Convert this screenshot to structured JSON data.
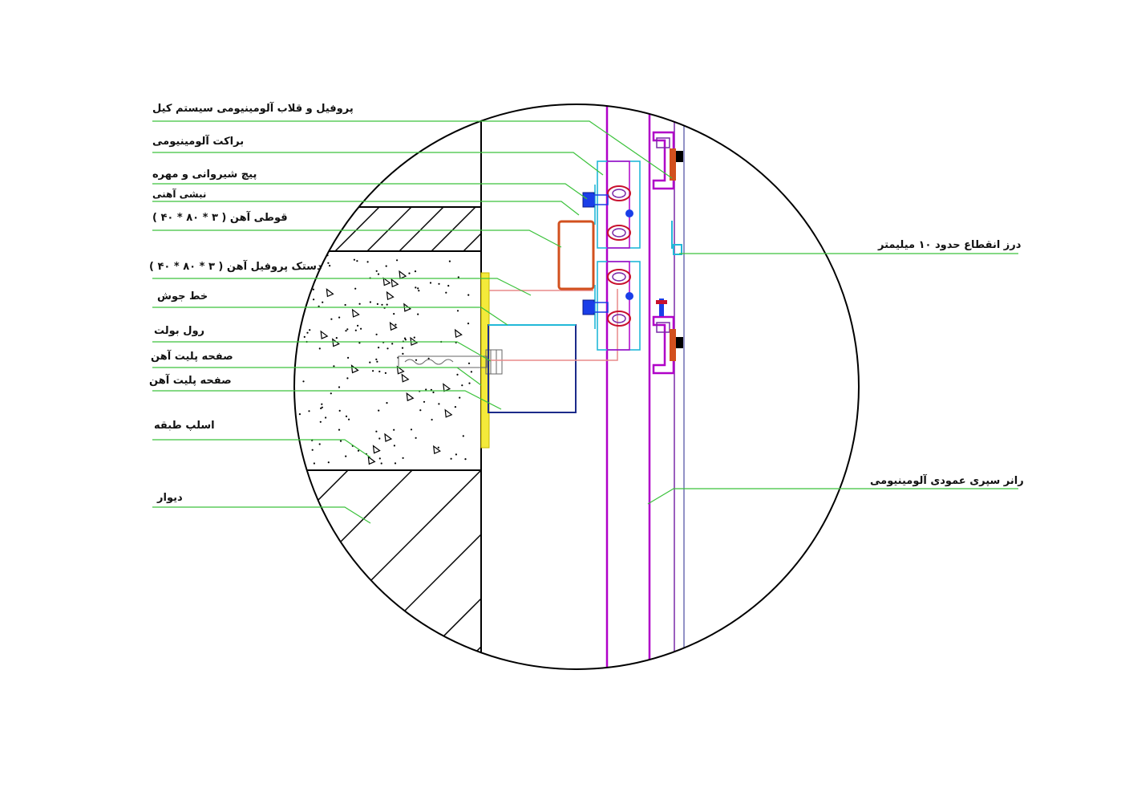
{
  "colors": {
    "leader": "#3cc23c",
    "outline": "#000000",
    "magenta": "#b000c8",
    "purple": "#7a2aa8",
    "cyan": "#22b8d8",
    "crimson": "#c8102e",
    "orange": "#d2501e",
    "navy": "#1c2b8a",
    "salmon": "#e88a8a",
    "yellow": "#f4ea3a",
    "blue_dot": "#1a3ee8"
  },
  "labels": {
    "left": [
      "پروفیل و قلاب آلومینیومی سیستم کیل",
      "براکت آلومینیومی",
      "پیچ شیروانی و مهره",
      "نبشی آهنی",
      "قوطی آهن ( ۳ * ۸۰ * ۴۰ )",
      "دستک پروفیل آهن ( ۳ * ۸۰ * ۴۰ )",
      "خط جوش",
      "رول بولت",
      "صفحه پلیت آهن",
      "صفحه پلیت آهن",
      "اسلپ طبقه",
      "دیوار"
    ],
    "right": [
      "درز انقطاع حدود ۱۰ میلیمتر",
      "رانر سپری عمودی آلومینیومی"
    ]
  }
}
